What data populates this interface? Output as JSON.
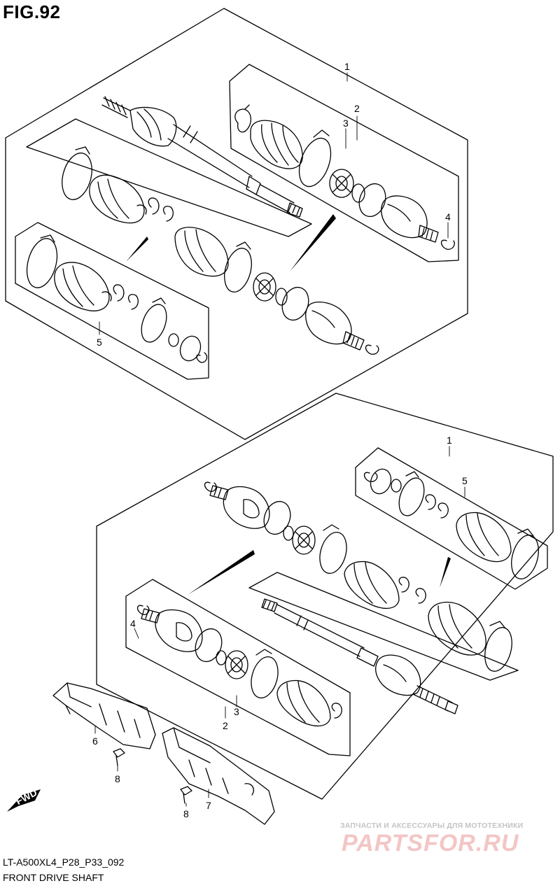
{
  "figure": {
    "title": "FIG.92"
  },
  "footer": {
    "code": "LT-A500XL4_P28_P33_092",
    "caption": "FRONT DRIVE SHAFT"
  },
  "watermark": {
    "tagline": "ЗАПЧАСТИ И АКСЕССУАРЫ ДЛЯ МОТОТЕХНИКИ",
    "brand": "PARTSFOR.RU"
  },
  "fwd_label": "FWD",
  "callouts": {
    "top": {
      "p1": "1",
      "p2": "2",
      "p3": "3",
      "p4": "4",
      "p5": "5"
    },
    "bottom": {
      "p1": "1",
      "p2": "2",
      "p3": "3",
      "p4": "4",
      "p5": "5",
      "p6": "6",
      "p7": "7",
      "p8a": "8",
      "p8b": "8"
    }
  },
  "colors": {
    "line": "#000000",
    "watermark_text": "#f3c6c6"
  }
}
